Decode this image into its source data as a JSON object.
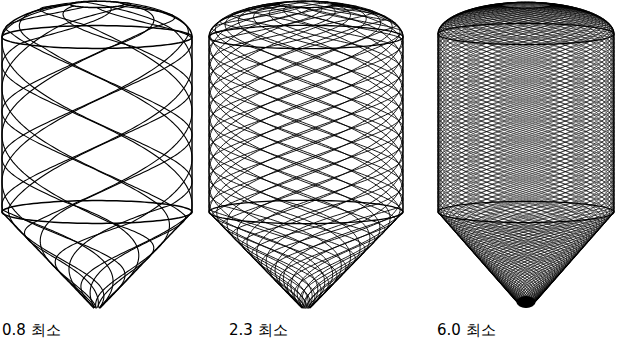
{
  "diagram": {
    "labels": [
      "0.8 최소",
      "2.3 최소",
      "6.0 최소"
    ]
  }
}
